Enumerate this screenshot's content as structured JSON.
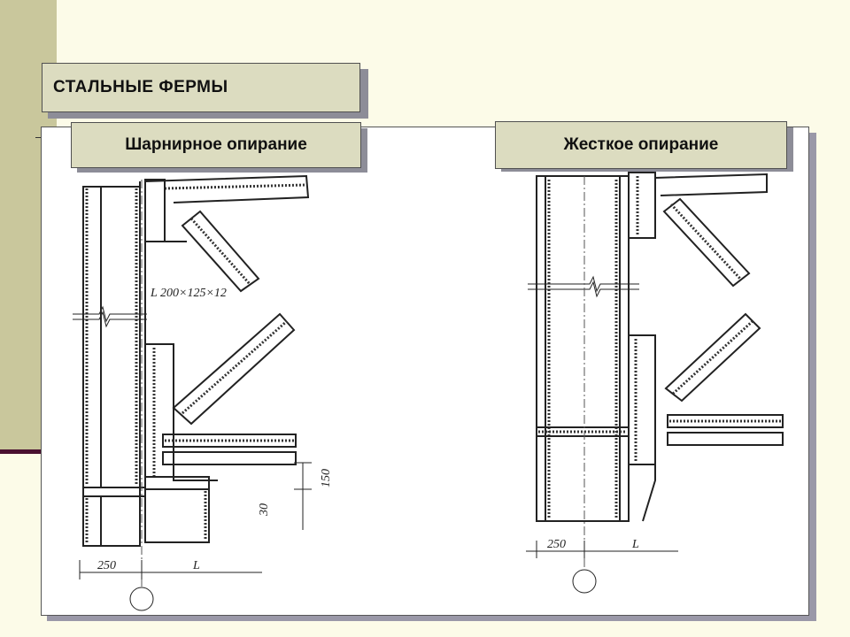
{
  "slide": {
    "title": "СТАЛЬНЫЕ ФЕРМЫ",
    "labels": {
      "hinged": "Шарнирное опирание",
      "rigid": "Жесткое опирание"
    },
    "drawing": {
      "angle_section": "L 200×125×12",
      "dim_250_left": "250",
      "dim_L_left": "L",
      "dim_150": "150",
      "dim_30": "30",
      "dim_250_right": "250",
      "dim_L_right": "L"
    }
  }
}
